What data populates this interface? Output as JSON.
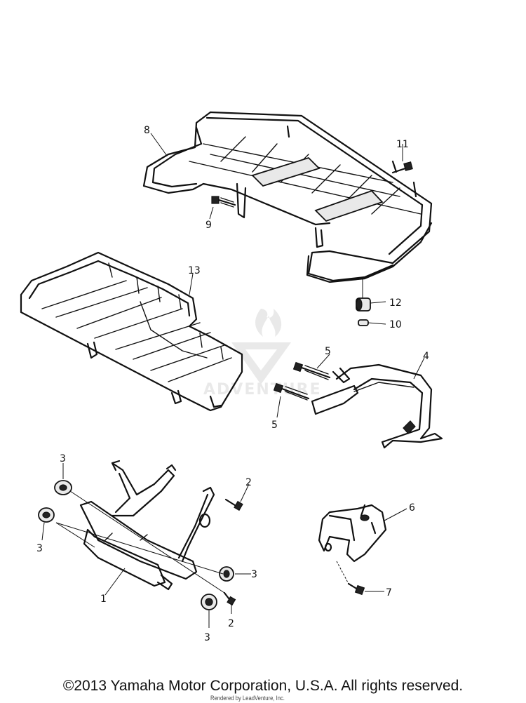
{
  "callouts": {
    "c1": "1",
    "c2a": "2",
    "c2b": "2",
    "c3a": "3",
    "c3b": "3",
    "c3c": "3",
    "c3d": "3",
    "c4": "4",
    "c5a": "5",
    "c5b": "5",
    "c6": "6",
    "c7": "7",
    "c8": "8",
    "c9": "9",
    "c10": "10",
    "c11": "11",
    "c12": "12",
    "c13": "13"
  },
  "watermark": {
    "text": "ADVENTURE"
  },
  "footer": {
    "copyright": "©2013 Yamaha Motor Corporation, U.S.A. All rights reserved.",
    "rendered_by": "Rendered by LeadVenture, Inc."
  }
}
